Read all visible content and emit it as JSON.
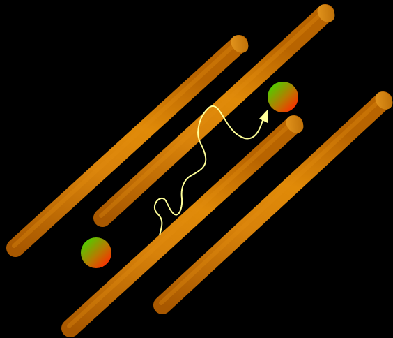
{
  "colors": {
    "background": "#000000",
    "rod_dark": "#a85800",
    "rod_mid": "#e08a08",
    "rod_light": "#c87408",
    "rod_cap": "#d88410",
    "particle_green": "#55c800",
    "particle_red": "#ff2a00",
    "path_line": "#ffff99"
  },
  "rods": [
    {
      "name": "rod-1"
    },
    {
      "name": "rod-2"
    },
    {
      "name": "rod-3"
    },
    {
      "name": "rod-4"
    }
  ],
  "particles": [
    {
      "name": "start-particle"
    },
    {
      "name": "end-particle"
    }
  ],
  "path": {
    "name": "random-walk-path",
    "has_arrowhead": true
  }
}
